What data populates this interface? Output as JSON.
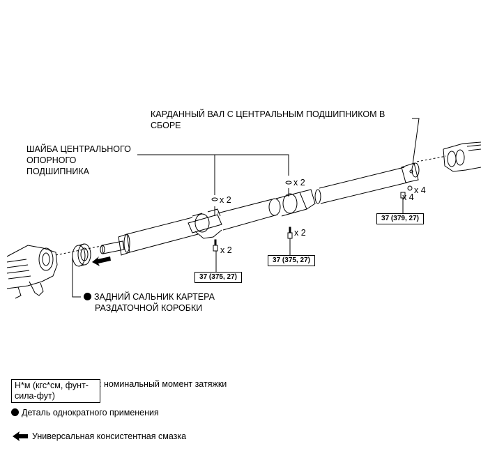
{
  "labels": {
    "assembly_line1": "КАРДАННЫЙ ВАЛ С ЦЕНТРАЛЬНЫМ ПОДШИПНИКОМ В",
    "assembly_line2": "СБОРЕ",
    "washer_line1": "ШАЙБА ЦЕНТРАЛЬНОГО",
    "washer_line2": "ОПОРНОГО",
    "washer_line3": "ПОДШИПНИКА",
    "seal_line1": "ЗАДНИЙ САЛЬНИК КАРТЕРА",
    "seal_line2": "РАЗДАТОЧНОЙ КОРОБКИ"
  },
  "counts": {
    "washer_left": "x 2",
    "washer_right": "x 2",
    "bolt_left": "x 2",
    "bolt_right": "x 2",
    "rear_bolt": "x 4",
    "rear_nut": "x 4"
  },
  "torques": {
    "left": "37 (375, 27)",
    "center": "37 (375, 27)",
    "right": "37 (379, 27)"
  },
  "legend": {
    "torque_unit": "Н*м (кгс*см, фунт-сила-фут)",
    "torque_desc": ": номинальный момент затяжки",
    "non_reusable": "Деталь однократного применения",
    "grease": "Универсальная консистентная смазка"
  },
  "colors": {
    "line": "#000000",
    "paint": "#ffffff"
  }
}
